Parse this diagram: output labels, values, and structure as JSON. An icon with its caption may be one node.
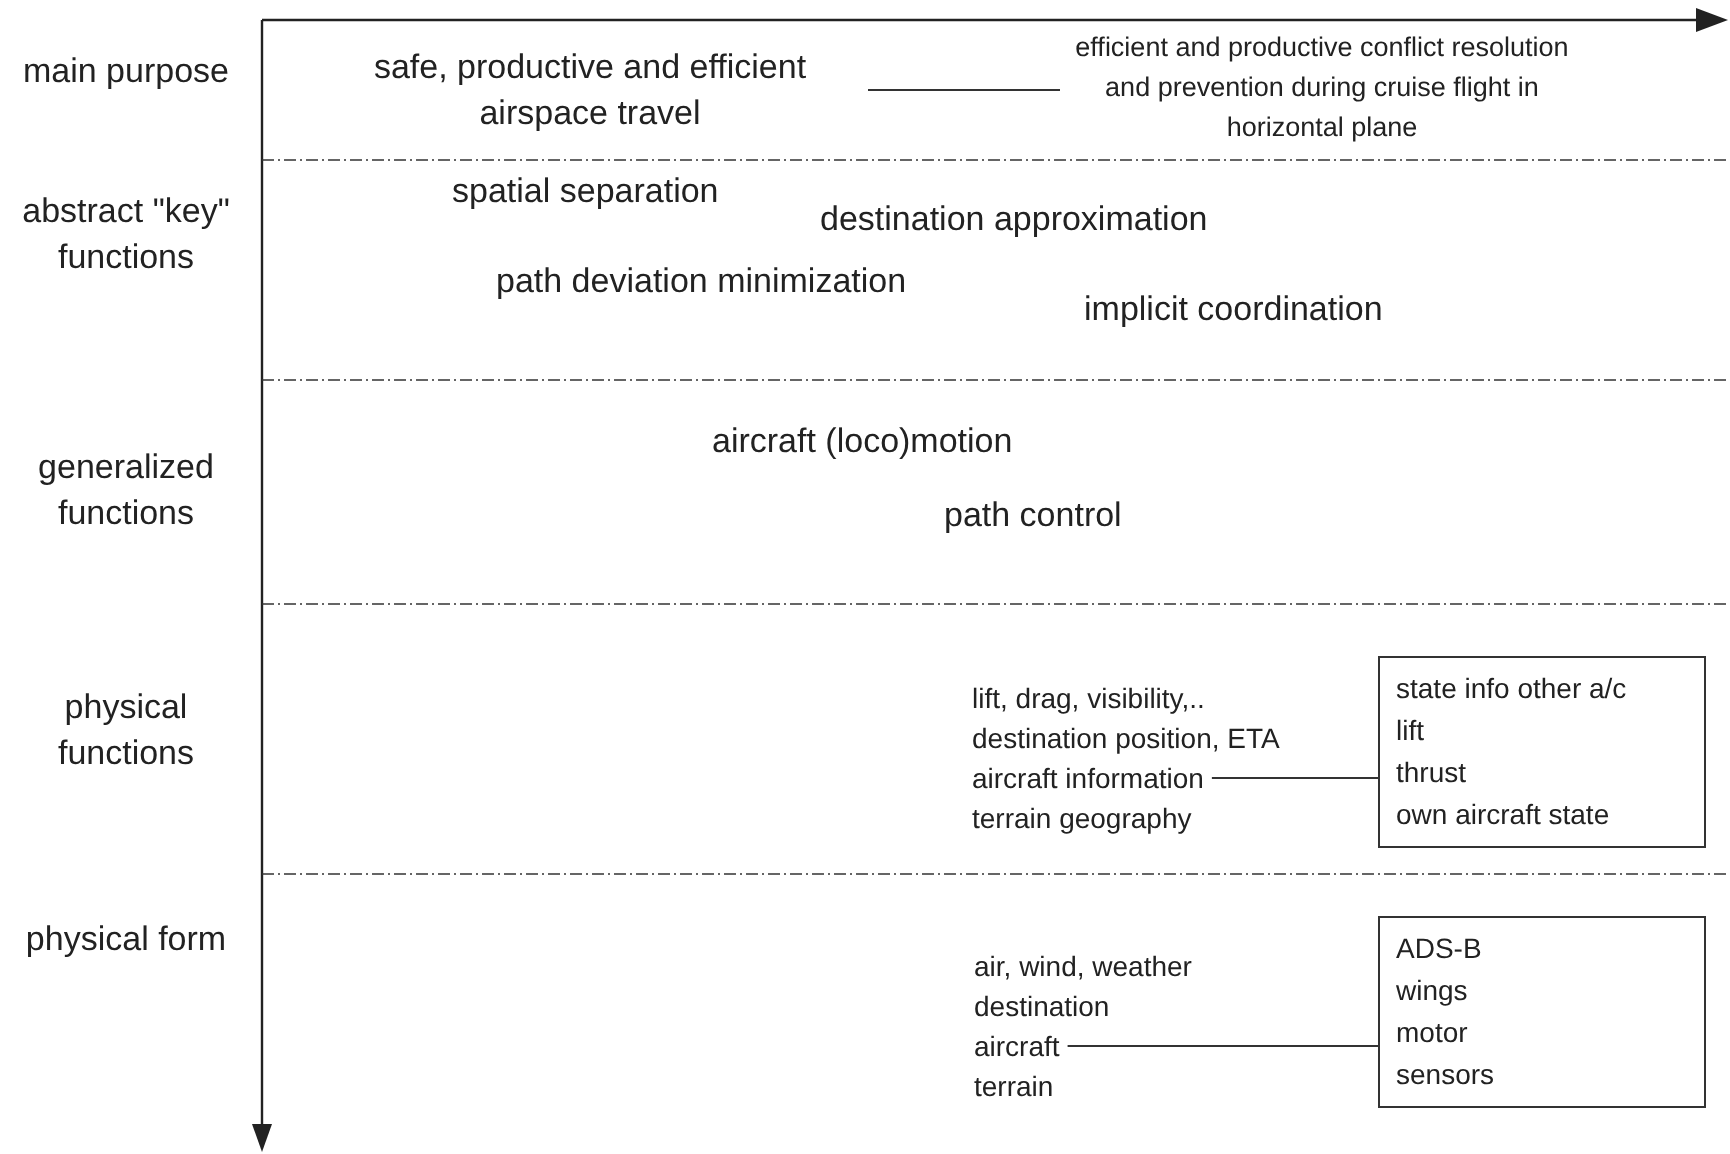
{
  "diagram": {
    "nodes": [
      {
        "text": [
          "safe, productive and efficient airspace travel"
        ]
      },
      {
        "text": [
          "efficient and productive conflict resolution and prevention during cruise flight in horizontal plane"
        ]
      },
      {
        "text": [
          "lift, drag, visibility,.."
        ]
      },
      {
        "text": [
          "destination position, ETA"
        ]
      },
      {
        "text": [
          "aircraft information"
        ]
      },
      {
        "text": [
          "terrain geography"
        ]
      },
      {
        "text": [
          "state info other a/c",
          "lift",
          "thrust",
          "own aircraft state"
        ]
      },
      {
        "text": [
          "air, wind, weather"
        ]
      },
      {
        "text": [
          "destination"
        ]
      },
      {
        "text": [
          "aircraft"
        ]
      },
      {
        "text": [
          "terrain"
        ]
      },
      {
        "text": [
          "ADS-B",
          "wings",
          "motor",
          "sensors"
        ]
      }
    ],
    "edges": [
      {
        "from": 0,
        "to": 1,
        "arrow": "none"
      },
      {
        "from": 4,
        "to": 6,
        "arrow": "none"
      },
      {
        "from": 9,
        "to": 11,
        "arrow": "none"
      }
    ],
    "labels": [
      "main purpose",
      "abstract \"key\" functions",
      "spatial separation",
      "destination approximation",
      "path deviation minimization",
      "implicit coordination",
      "generalized functions",
      "aircraft (loco)motion",
      "path control",
      "physical functions",
      "physical form"
    ]
  }
}
